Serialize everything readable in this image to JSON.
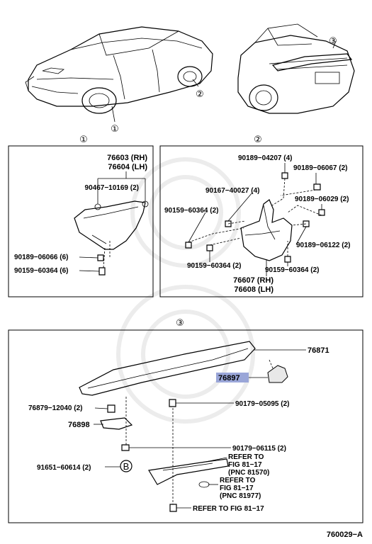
{
  "callouts": {
    "c1": "①",
    "c2": "②",
    "c3": "③",
    "cB": "B"
  },
  "panel1": {
    "part_rh": "76603 (RH)",
    "part_lh": "76604 (LH)",
    "screw_top": "90467−10169 (2)",
    "bolt_a": "90189−06066 (6)",
    "bolt_b": "90159−60364 (6)"
  },
  "panel2": {
    "p1": "90189−04207 (4)",
    "p2": "90189−06067 (2)",
    "p3": "90167−40027 (4)",
    "p4": "90189−06029 (2)",
    "p5": "90159−60364 (2)",
    "p6": "90189−06122 (2)",
    "p7": "90159−60364 (2)",
    "p8": "90159−60364 (2)",
    "part_rh": "76607 (RH)",
    "part_lh": "76608 (LH)"
  },
  "panel3": {
    "spoiler": "76871",
    "highlighted": "76897",
    "p_76879": "76879−12040 (2)",
    "p_76898": "76898",
    "p_90179a": "90179−05095 (2)",
    "p_90179b": "90179−06115 (2)",
    "p_91651": "91651−60614 (2)",
    "ref1_a": "REFER TO",
    "ref1_b": "FIG 81−17",
    "ref1_c": "(PNC 81570)",
    "ref2_a": "REFER TO",
    "ref2_b": "FIG 81−17",
    "ref2_c": "(PNC 81977)",
    "ref3": "REFER TO FIG 81−17"
  },
  "diagram_code": "760029−A",
  "colors": {
    "highlight": "#9aa6d8"
  }
}
